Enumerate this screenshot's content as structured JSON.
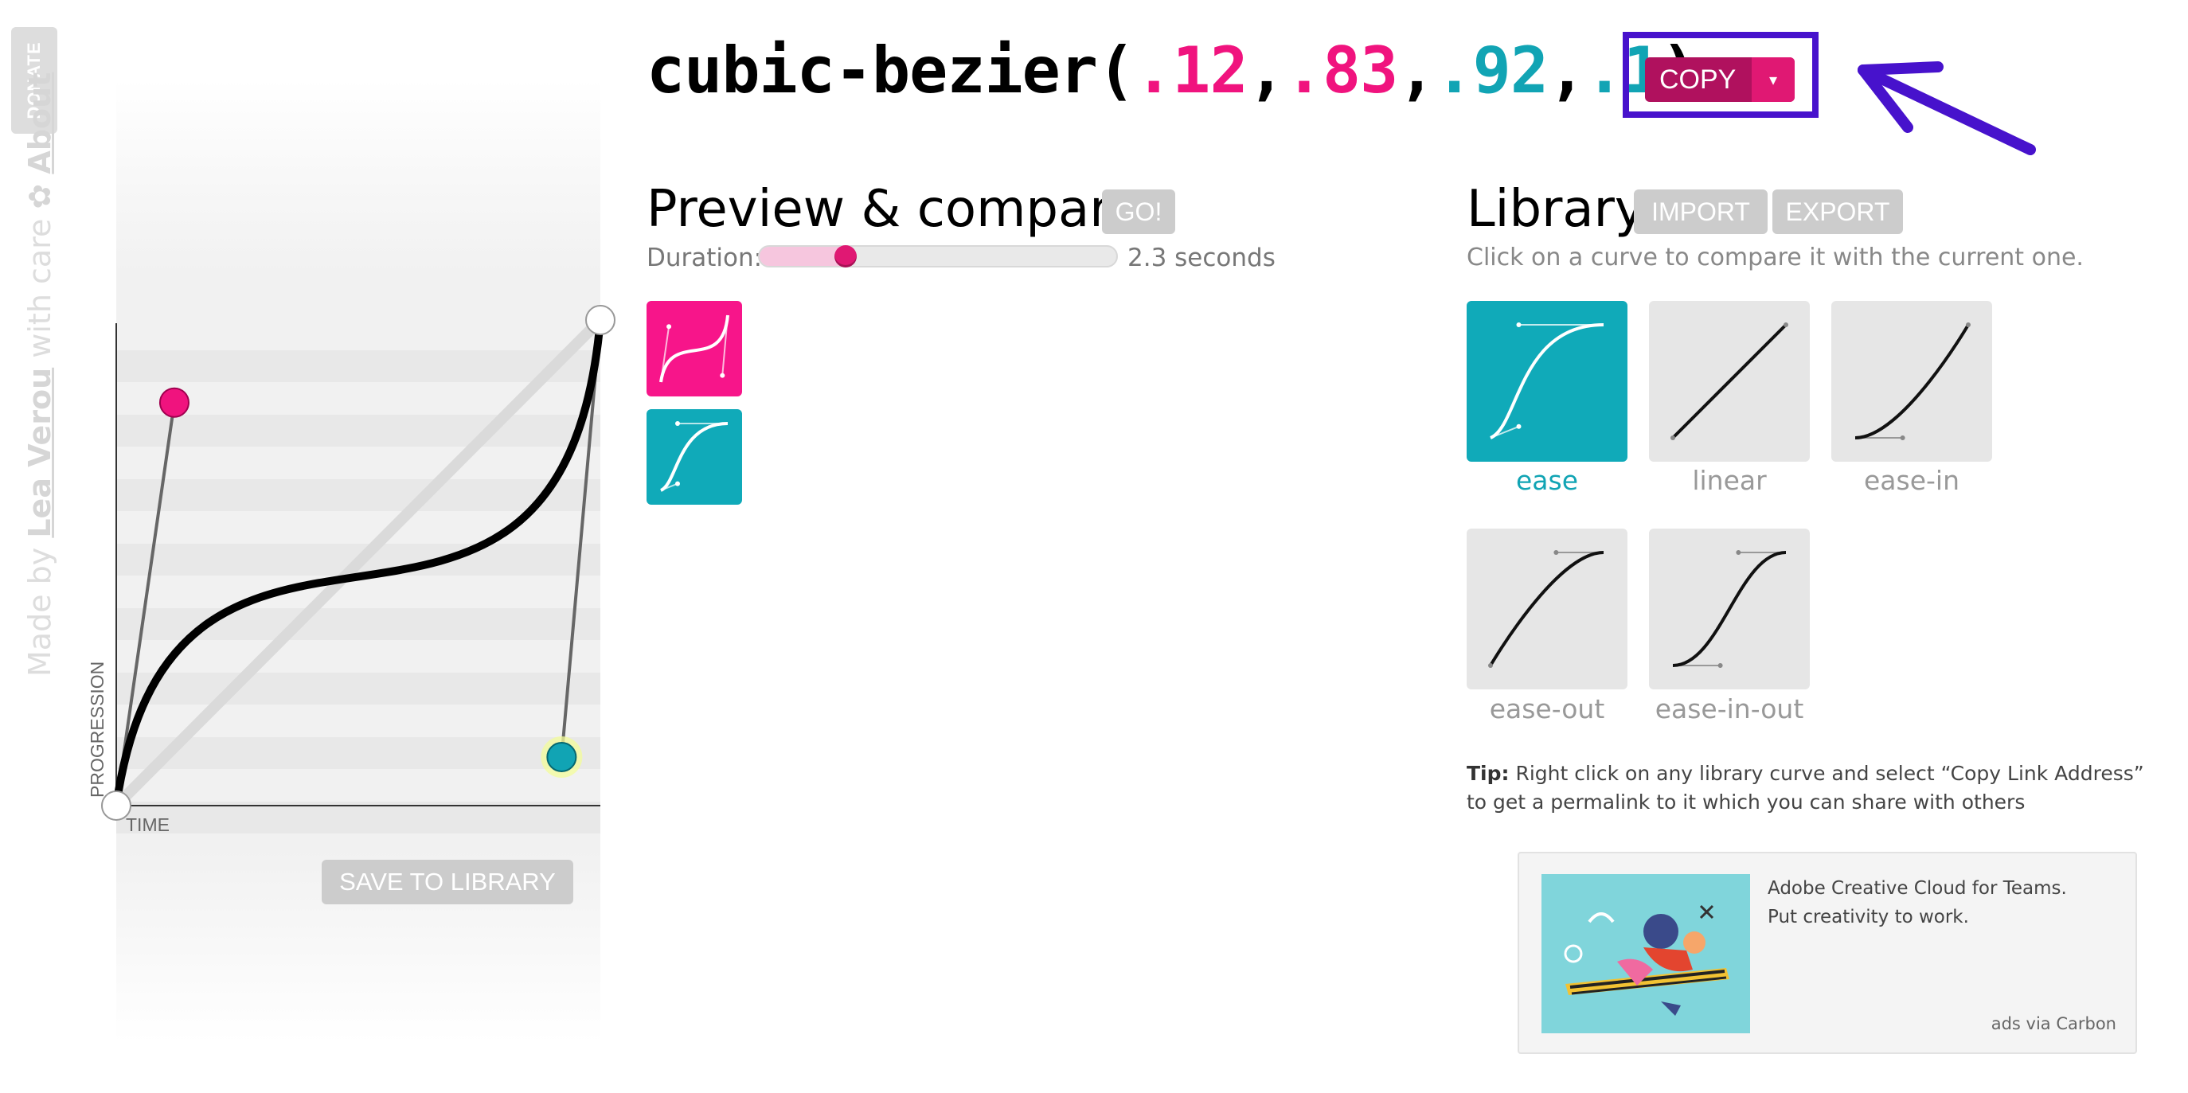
{
  "sidebar": {
    "donate_label": "DONATE",
    "credit_prefix": "Made by ",
    "credit_author": "Lea Verou",
    "credit_middle": " with care ",
    "credit_icon": "flower-icon",
    "credit_about": "About"
  },
  "editor": {
    "y_axis_label": "PROGRESSION",
    "x_axis_label": "TIME",
    "save_label": "SAVE TO LIBRARY",
    "p1": [
      0.12,
      0.83
    ],
    "p2": [
      0.92,
      0.1
    ]
  },
  "code": {
    "prefix": "cubic-bezier(",
    "p1x": ".12",
    "p1y": ".83",
    "p2x": ".92",
    "p2y": ".1",
    "comma": ",",
    "suffix": ")"
  },
  "copy": {
    "label": "COPY",
    "dropdown_icon": "▾"
  },
  "preview": {
    "title": "Preview & compare",
    "go_label": "GO!",
    "duration_label": "Duration:",
    "duration_value": "2.3 seconds",
    "duration_fraction": 0.24
  },
  "library": {
    "title": "Library",
    "import_label": "IMPORT",
    "export_label": "EXPORT",
    "subtitle": "Click on a curve to compare it with the current one.",
    "items": [
      {
        "label": "ease",
        "p1": [
          0.25,
          0.1
        ],
        "p2": [
          0.25,
          1
        ],
        "active": true
      },
      {
        "label": "linear",
        "p1": [
          0,
          0
        ],
        "p2": [
          1,
          1
        ],
        "active": false
      },
      {
        "label": "ease-in",
        "p1": [
          0.42,
          0
        ],
        "p2": [
          1,
          1
        ],
        "active": false
      },
      {
        "label": "ease-out",
        "p1": [
          0,
          0
        ],
        "p2": [
          0.58,
          1
        ],
        "active": false
      },
      {
        "label": "ease-in-out",
        "p1": [
          0.42,
          0
        ],
        "p2": [
          0.58,
          1
        ],
        "active": false
      }
    ]
  },
  "tip": {
    "bold": "Tip:",
    "text": " Right click on any library curve and select “Copy Link Address” to get a permalink to it which you can share with others"
  },
  "ad": {
    "text": "Adobe Creative Cloud for Teams. Put creativity to work.",
    "via": "ads via Carbon"
  },
  "colors": {
    "pink": "#f0137e",
    "teal": "#11a4b4",
    "annotation": "#4712cc"
  }
}
